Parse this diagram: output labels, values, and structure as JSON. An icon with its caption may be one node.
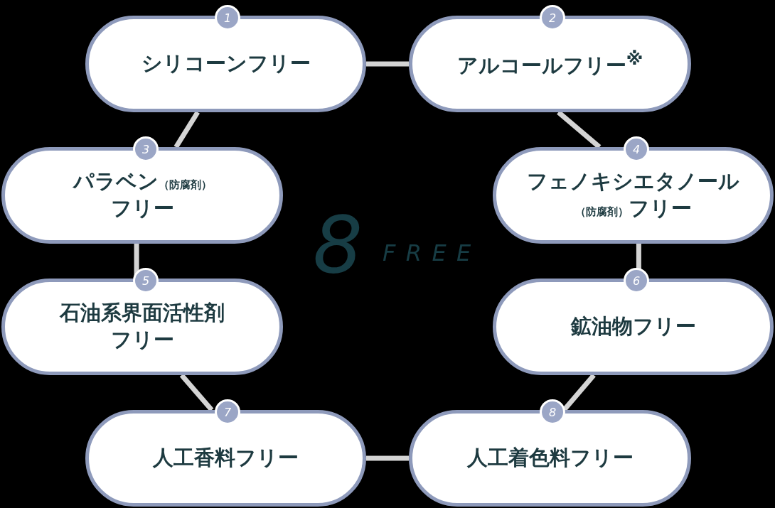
{
  "diagram": {
    "nodes": [
      {
        "text": [
          "1",
          "シリコーンフリー"
        ]
      },
      {
        "text": [
          "2",
          "アルコールフリー$^{※}$"
        ]
      },
      {
        "text": [
          "3",
          "パラベン（防腐剤）フリー"
        ]
      },
      {
        "text": [
          "4",
          "フェノキシエタノール（防腐剤）フリー"
        ]
      },
      {
        "text": [
          "5",
          "石油系界面活性剤フリー"
        ]
      },
      {
        "text": [
          "6",
          "鉱油物フリー"
        ]
      },
      {
        "text": [
          "7",
          "人工香料フリー"
        ]
      },
      {
        "text": [
          "8",
          "人工着色料フリー"
        ]
      }
    ],
    "edges": [
      {
        "from": 0,
        "to": 1,
        "arrow": "none"
      },
      {
        "from": 0,
        "to": 2,
        "arrow": "none"
      },
      {
        "from": 1,
        "to": 3,
        "arrow": "none"
      },
      {
        "from": 2,
        "to": 4,
        "arrow": "none"
      },
      {
        "from": 3,
        "to": 5,
        "arrow": "none"
      },
      {
        "from": 4,
        "to": 6,
        "arrow": "none"
      },
      {
        "from": 5,
        "to": 7,
        "arrow": "none"
      },
      {
        "from": 6,
        "to": 7,
        "arrow": "none"
      }
    ],
    "labels": [
      "8",
      "FREE"
    ]
  }
}
